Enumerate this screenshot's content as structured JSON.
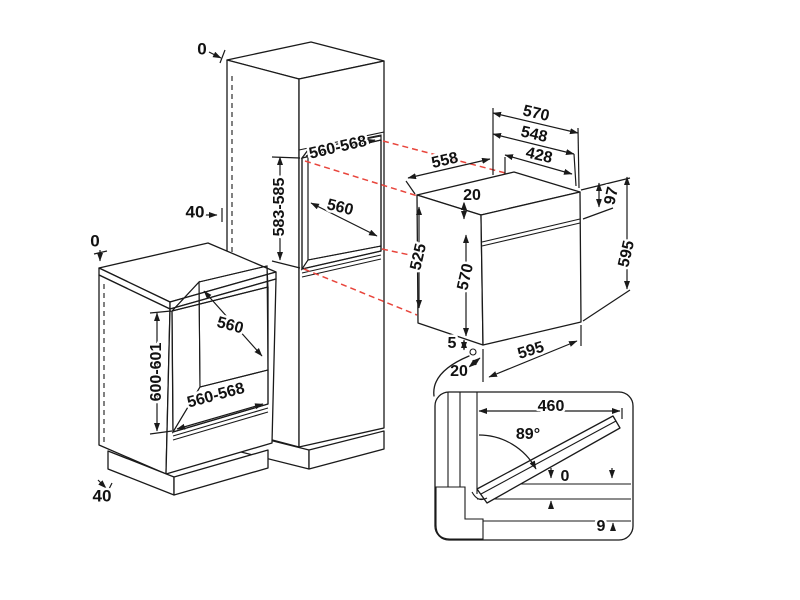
{
  "title": "Built-in oven installation dimensions diagram",
  "colors": {
    "line": "#1a1a1a",
    "red_dashed": "#e8453c",
    "niche_back_panel": "#a6a6a6",
    "niche_floor": "#e0e0e0",
    "detail_gray": "#d8d8d8",
    "background": "#ffffff"
  },
  "base_cabinet": {
    "top_clearance": "0",
    "niche_height": "600-601",
    "niche_depth": "560",
    "niche_width": "560-568",
    "plinth_recess": "40"
  },
  "tall_cabinet": {
    "top_clearance": "0",
    "rear_gap": "40",
    "niche_width": "560-568",
    "niche_height": "583-585",
    "niche_depth": "560"
  },
  "oven": {
    "depth_total": "570",
    "depth_body": "548",
    "depth_inner": "428",
    "top_depth": "558",
    "top_offset": "20",
    "panel_height": "97",
    "side_height": "525",
    "door_height": "570",
    "height": "595",
    "foot_gap": "5",
    "bottom_offset": "20",
    "width": "595"
  },
  "door_detail": {
    "open_depth": "460",
    "open_angle": "89°",
    "clearance_zero": "0",
    "clearance_bottom": "9"
  }
}
